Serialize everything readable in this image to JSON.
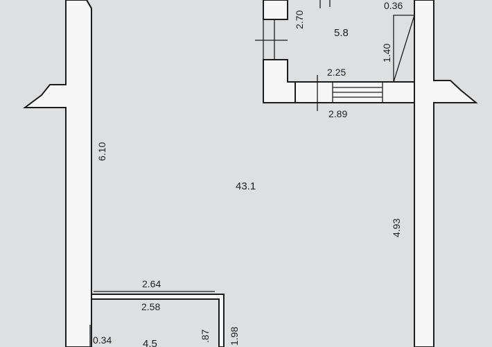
{
  "rooms": {
    "main_hall_area": "43.1",
    "small_room_area": "5.8",
    "corner_room_area": "4.5"
  },
  "dimensions": {
    "left_wall_length": "6.10",
    "right_wall_length": "4.93",
    "small_room_height": "2.70",
    "small_room_side": "1.40",
    "top_right_segment": "0.36",
    "partition_upper": "2.25",
    "partition_lower": "2.89",
    "corner_room_top_outer": "2.64",
    "corner_room_top_inner": "2.58",
    "corner_room_side_a": "0.34",
    "corner_room_side_b": ".87",
    "corner_room_side_c": "1.98"
  }
}
